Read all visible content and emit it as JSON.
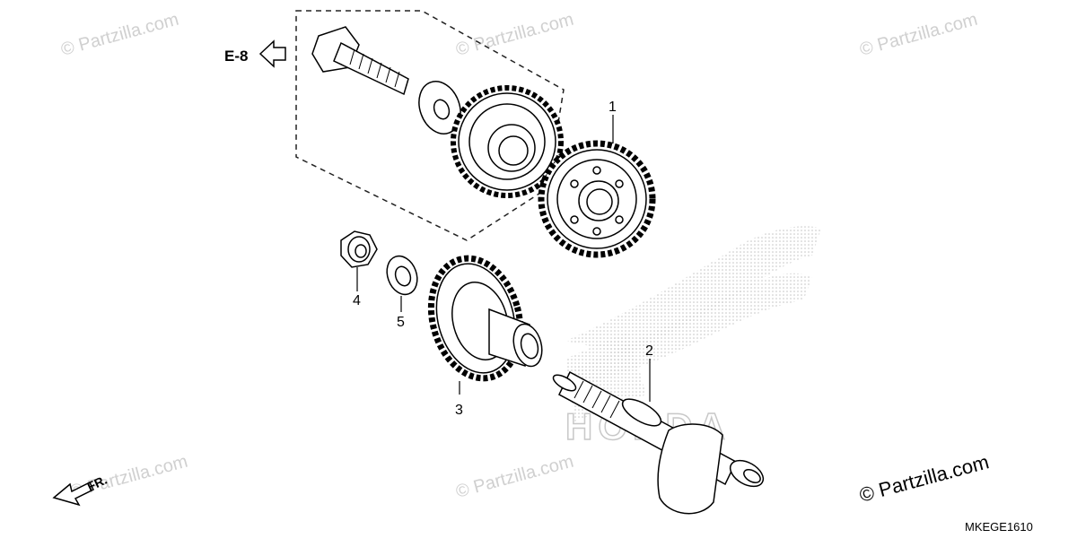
{
  "diagram": {
    "ref_label": "E-8",
    "front_label": "FR.",
    "part_code": "MKEGE1610",
    "copyright": "© Partzilla.com",
    "watermark": "© Partzilla.com",
    "emblem_text": "HONDA",
    "callouts": [
      {
        "id": "1",
        "label": "1"
      },
      {
        "id": "2",
        "label": "2"
      },
      {
        "id": "3",
        "label": "3"
      },
      {
        "id": "4",
        "label": "4"
      },
      {
        "id": "5",
        "label": "5"
      }
    ]
  }
}
